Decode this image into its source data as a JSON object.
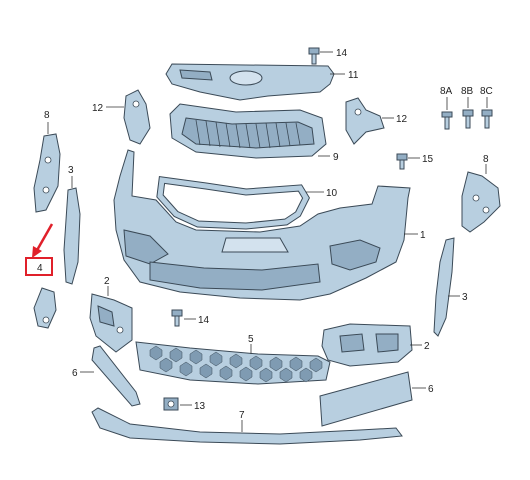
{
  "diagram": {
    "callouts": {
      "c1": "1",
      "c2_left": "2",
      "c2_right": "2",
      "c3_left": "3",
      "c3_right": "3",
      "c4": "4",
      "c5": "5",
      "c6_left": "6",
      "c6_right": "6",
      "c7": "7",
      "c8_left": "8",
      "c8_right": "8",
      "c8a": "8A",
      "c8b": "8B",
      "c8c": "8C",
      "c9": "9",
      "c10": "10",
      "c11": "11",
      "c12_left": "12",
      "c12_right": "12",
      "c13": "13",
      "c14_top": "14",
      "c14_mid": "14",
      "c15": "15"
    },
    "colors": {
      "part_fill": "#b8cfe0",
      "part_stroke": "#3b4a57",
      "highlight": "#e0202a"
    }
  }
}
